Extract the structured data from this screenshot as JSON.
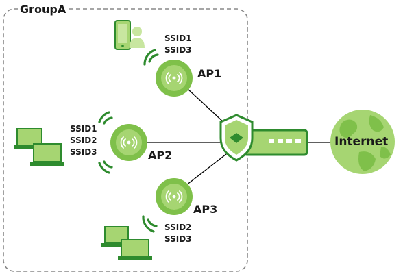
{
  "group": {
    "title": "GroupA"
  },
  "access_points": [
    {
      "label": "AP1",
      "ssids": [
        "SSID1",
        "SSID3"
      ]
    },
    {
      "label": "AP2",
      "ssids": [
        "SSID1",
        "SSID2",
        "SSID3"
      ]
    },
    {
      "label": "AP3",
      "ssids": [
        "SSID2",
        "SSID3"
      ]
    }
  ],
  "internet": {
    "label": "Internet"
  },
  "icons": {
    "tablet": "tablet-with-user-icon",
    "laptops": "laptop-icon",
    "access_point": "wireless-access-point-icon",
    "firewall": "security-shield-icon",
    "gateway": "router-icon",
    "globe": "globe-icon",
    "signal": "wifi-signal-icon"
  },
  "colors": {
    "accent_dark": "#2e8b2e",
    "accent_light": "#a6d572",
    "accent_mid": "#7fc04a",
    "group_border": "#888888",
    "link_line": "#000000"
  }
}
